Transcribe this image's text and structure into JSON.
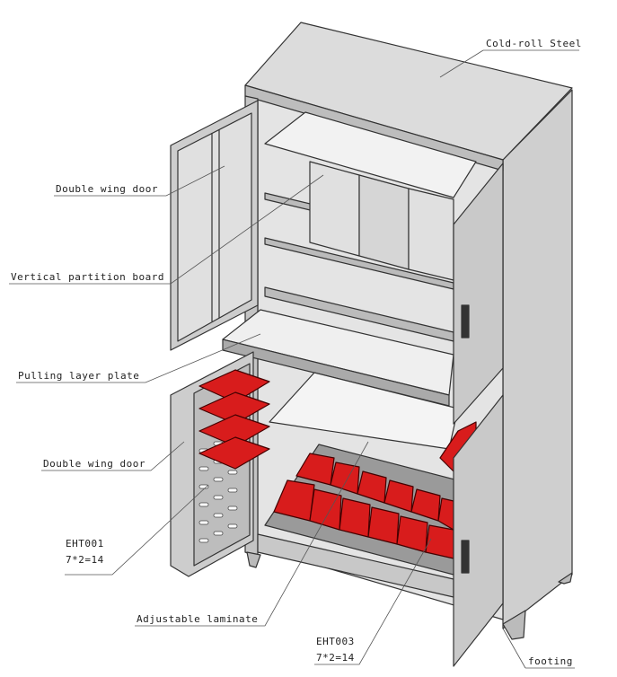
{
  "labels": {
    "cold_roll_steel": "Cold-roll Steel",
    "double_wing_door_upper": "Double wing door",
    "vertical_partition_board": "Vertical partition board",
    "pulling_layer_plate": "Pulling layer plate",
    "double_wing_door_lower": "Double wing door",
    "eht001_name": "EHT001",
    "eht001_qty": "7*2=14",
    "adjustable_laminate": "Adjustable laminate",
    "eht003_name": "EHT003",
    "eht003_qty": "7*2=14",
    "footing": "footing"
  },
  "colors": {
    "steel": "#d6d6d6",
    "steel_dark": "#b8b8b8",
    "bin_red": "#d81c1c",
    "outline": "#333333"
  }
}
